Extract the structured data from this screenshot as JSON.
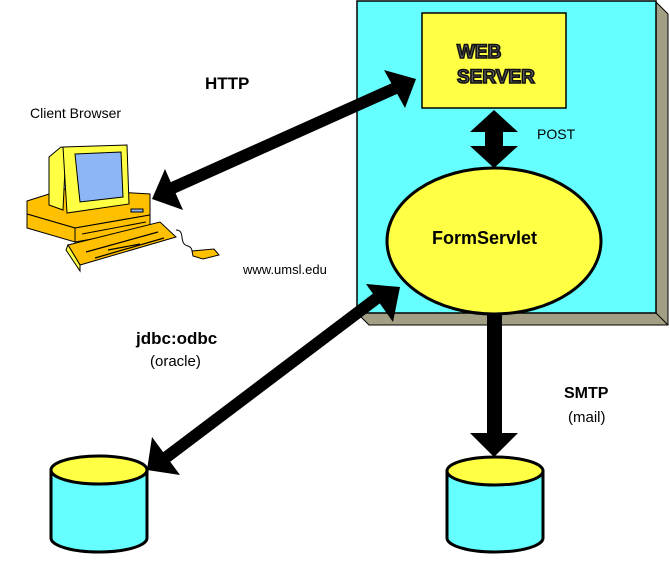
{
  "diagram": {
    "type": "architecture",
    "colors": {
      "server_panel": "#66FFFF",
      "panel_shadow": "#A39F85",
      "node_fill": "#FFFF44",
      "database_body": "#66FFFF",
      "database_top": "#FFFF44",
      "arrow": "#000000",
      "computer_body": "#FFC000",
      "computer_screen": "#8DB6F7"
    },
    "nodes": {
      "client": {
        "label": "Client Browser",
        "icon": "desktop-computer-icon"
      },
      "web_server": {
        "label_line1": "WEB",
        "label_line2": "SERVER"
      },
      "form_servlet": {
        "label": "FormServlet"
      },
      "server_host": {
        "label": "www.umsl.edu"
      },
      "oracle_db": {
        "icon": "database-icon"
      },
      "mail_db": {
        "icon": "database-icon"
      }
    },
    "connections": [
      {
        "from": "client",
        "to": "web_server",
        "label": "HTTP",
        "direction": "bidirectional"
      },
      {
        "from": "web_server",
        "to": "form_servlet",
        "label": "POST",
        "direction": "bidirectional"
      },
      {
        "from": "form_servlet",
        "to": "oracle_db",
        "label": "jdbc:odbc",
        "sublabel": "(oracle)",
        "direction": "bidirectional"
      },
      {
        "from": "form_servlet",
        "to": "mail_db",
        "label": "SMTP",
        "sublabel": "(mail)",
        "direction": "to"
      }
    ]
  }
}
